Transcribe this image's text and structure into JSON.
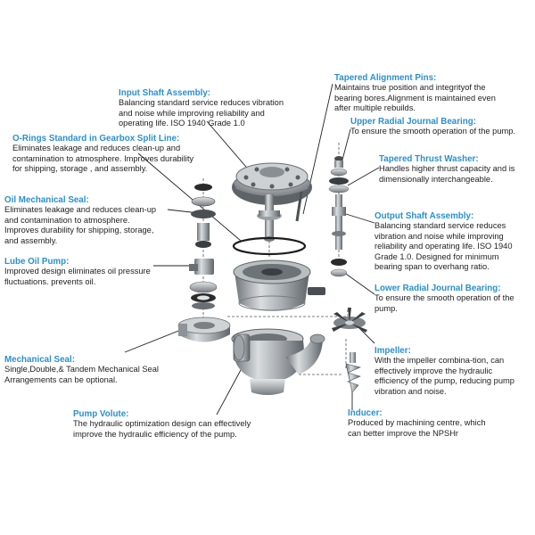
{
  "callouts": {
    "input_shaft": {
      "title": "Input Shaft Assembly:",
      "desc": "Balancing standard service reduces vibration\nand noise while improving reliability and\noperating life. ISO 1940 Grade 1.0"
    },
    "o_rings": {
      "title": "O-Rings Standard in Gearbox Split Line:",
      "desc": "Eliminates leakage and reduces clean-up and\ncontamination to atmosphere. Improves durability\nfor shipping, storage , and  assembly."
    },
    "oil_seal": {
      "title": "Oil Mechanical Seal:",
      "desc": "Eliminates leakage and reduces clean-up\nand contamination to atmosphere.\nImproves durability for shipping, storage,\nand assembly."
    },
    "lube_pump": {
      "title": "Lube Oil Pump:",
      "desc": "Improved design eliminates oil pressure\nfluctuations.  prevents oil."
    },
    "mech_seal": {
      "title": "Mechanical Seal:",
      "desc": "Single,Double,& Tandem Mechanical Seal\nArrangements  can be optional."
    },
    "volute": {
      "title": "Pump Volute:",
      "desc": "The hydraulic optimization design can effectively\nimprove the hydraulic efficiency of the pump."
    },
    "align_pins": {
      "title": "Tapered Alignment Pins:",
      "desc": "Maintains true position and integrityof the\nbearing bores.Alignment is maintained even\nafter multiple rebuilds."
    },
    "upper_bearing": {
      "title": "Upper Radial Journal Bearing:",
      "desc": "To ensure the smooth operation of the pump."
    },
    "thrust_washer": {
      "title": "Tapered Thrust Washer:",
      "desc": "Handles higher thrust capacity and is\ndimensionally interchangeable."
    },
    "output_shaft": {
      "title": "Output Shaft Assembly:",
      "desc": "Balancing standard service reduces\nvibration and noise while improving\nreliability and operating life. ISO 1940\nGrade 1.0. Designed for minimum\nbearing span to overhang ratio."
    },
    "lower_bearing": {
      "title": "Lower Radial Journal Bearing:",
      "desc": "To ensure the smooth operation of the\npump."
    },
    "impeller": {
      "title": "Impeller:",
      "desc": "With the impeller combina-tion, can\neffectively improve the hydraulic\nefficiency of the pump, reducing pump\nvibration and noise."
    },
    "inducer": {
      "title": "Inducer:",
      "desc": "Produced by machining centre, which\ncan better improve the NPSHr"
    }
  }
}
